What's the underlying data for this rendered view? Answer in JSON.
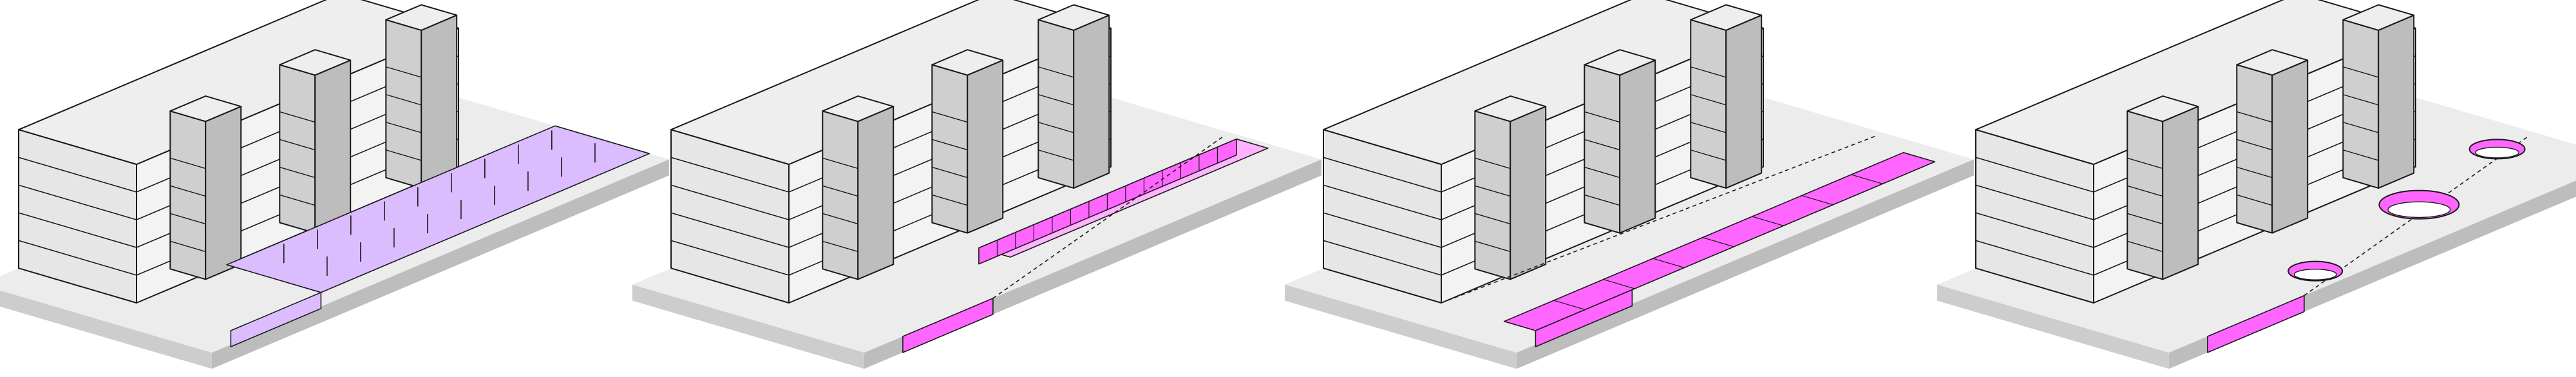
{
  "figure": {
    "panel_count": 4,
    "colors": {
      "background": "#ffffff",
      "outline": "#1a1a1a",
      "building_top": "#eeeeee",
      "building_front": "#f3f3f3",
      "building_side": "#e6e6e6",
      "core_front": "#cfcfcf",
      "core_side": "#bdbdbd",
      "slab_top": "#ececec",
      "slab_side": "#cdcdcd",
      "slab_front": "#bdbdbd",
      "lavender_fill": "#dbbcff",
      "magenta_fill": "#ff66ff",
      "pink_floor": "#ffb3ff"
    },
    "panels": [
      {
        "variant": "columned-undercroft",
        "building_floors": 5,
        "cores": 3
      },
      {
        "variant": "narrow-trench",
        "building_floors": 5,
        "cores": 3
      },
      {
        "variant": "wide-sunken-channel",
        "building_floors": 5,
        "cores": 3
      },
      {
        "variant": "elliptical-openings",
        "building_floors": 5,
        "cores": 3,
        "openings": 3
      }
    ]
  }
}
